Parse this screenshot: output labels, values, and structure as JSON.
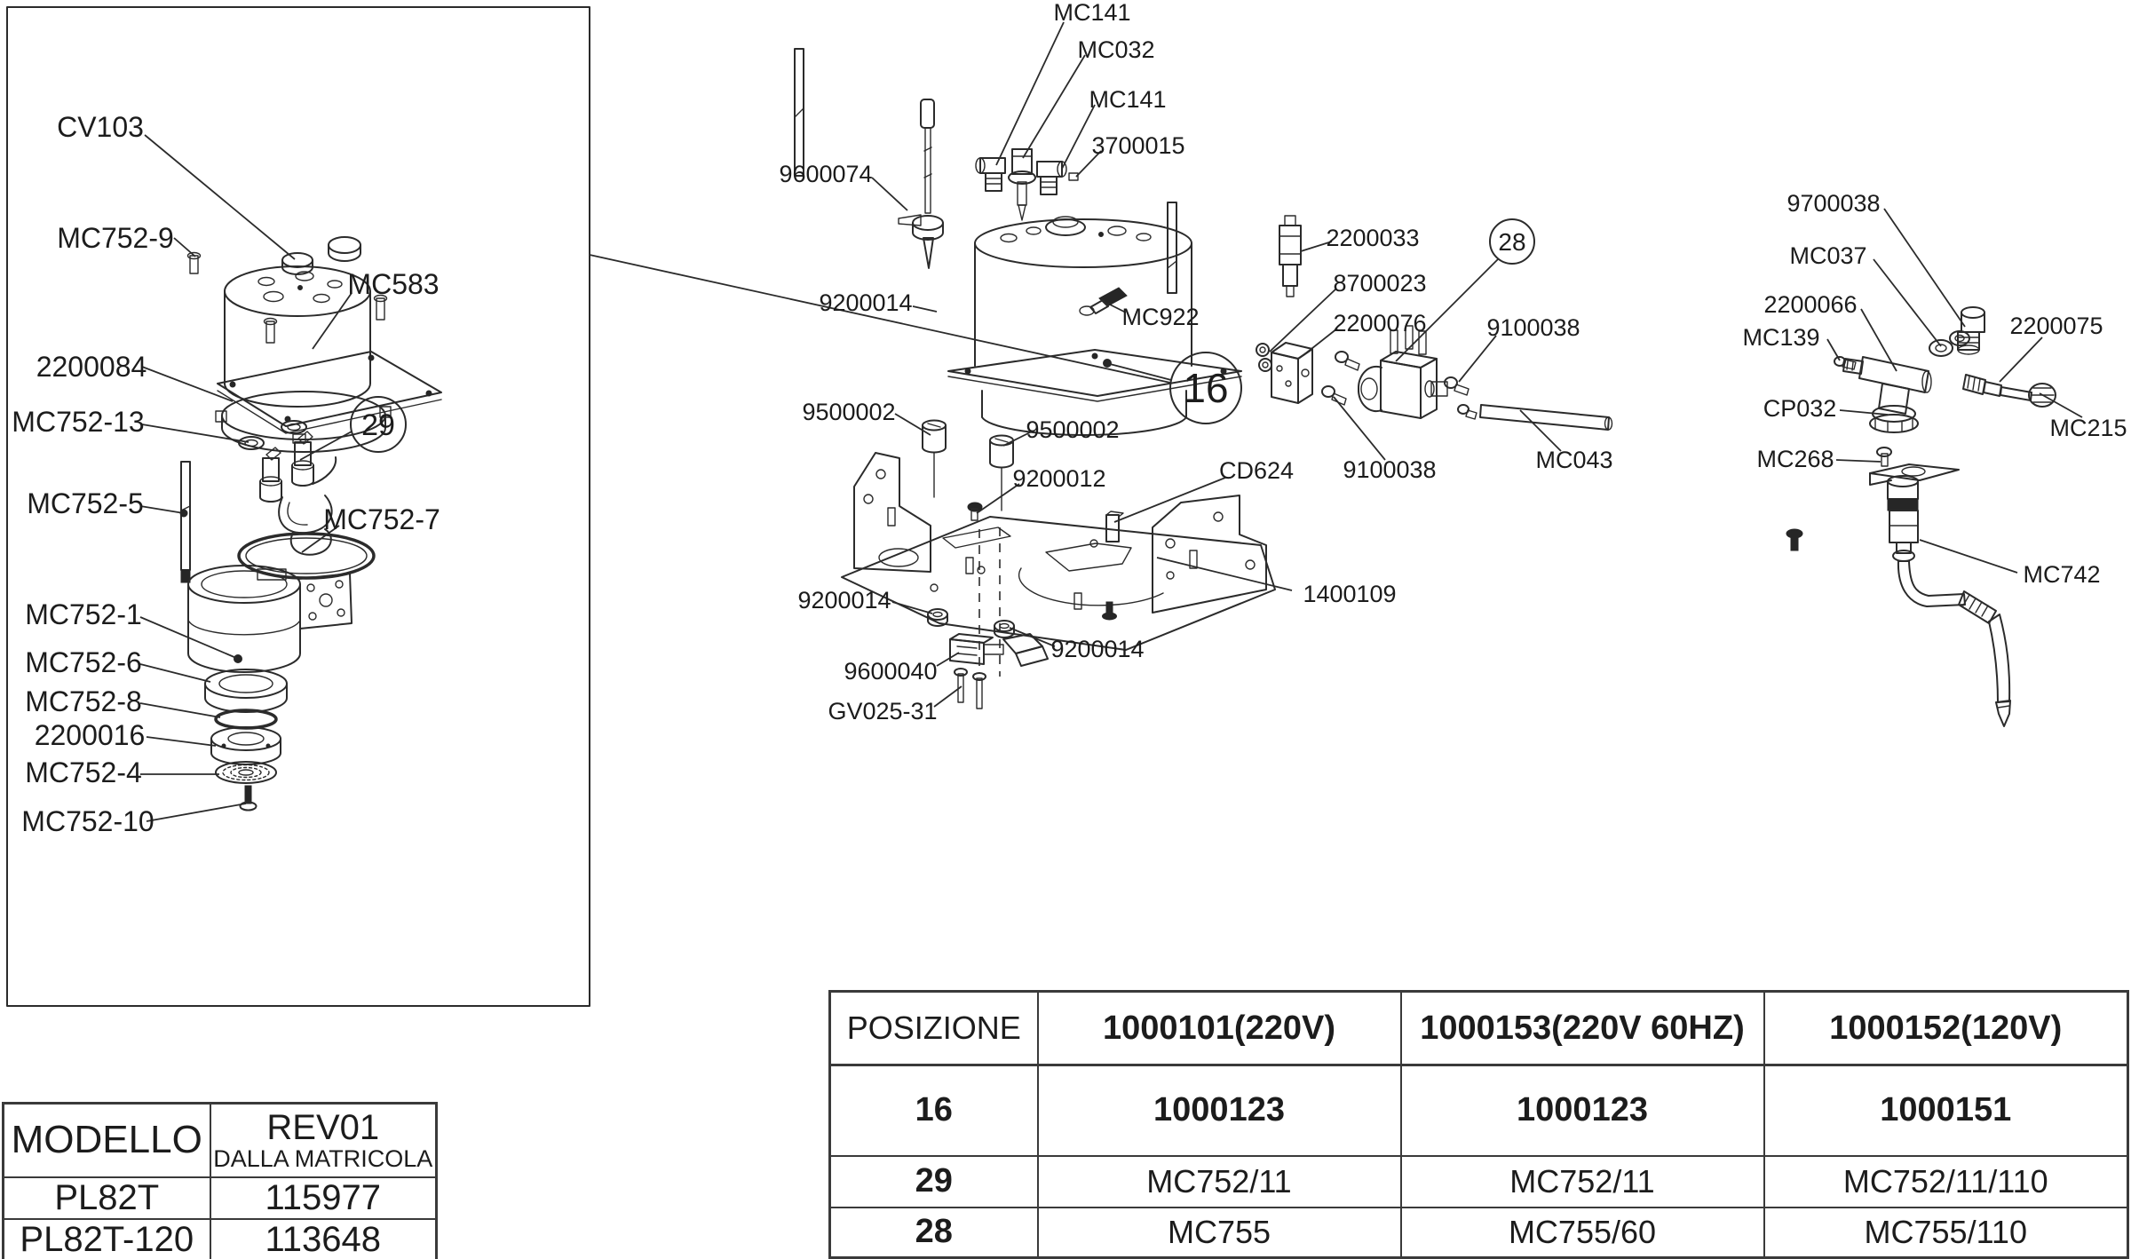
{
  "colors": {
    "line": "#2b2b2b",
    "background": "#ffffff",
    "text": "#1c1c1c"
  },
  "labels": [
    {
      "text": "CV103"
    },
    {
      "text": "MC752-9"
    },
    {
      "text": "MC583"
    },
    {
      "text": "2200084"
    },
    {
      "text": "MC752-13"
    },
    {
      "text": "MC752-5"
    },
    {
      "text": "MC752-7"
    },
    {
      "text": "MC752-1"
    },
    {
      "text": "MC752-6"
    },
    {
      "text": "MC752-8"
    },
    {
      "text": "2200016"
    },
    {
      "text": "MC752-4"
    },
    {
      "text": "MC752-10"
    },
    {
      "text": "MC141"
    },
    {
      "text": "MC032"
    },
    {
      "text": "MC141"
    },
    {
      "text": "3700015"
    },
    {
      "text": "9600074"
    },
    {
      "text": "9200014"
    },
    {
      "text": "MC922"
    },
    {
      "text": "2200033"
    },
    {
      "text": "8700023"
    },
    {
      "text": "2200076"
    },
    {
      "text": "9100038"
    },
    {
      "text": "9100038"
    },
    {
      "text": "MC043"
    },
    {
      "text": "CD624"
    },
    {
      "text": "9500002"
    },
    {
      "text": "9500002"
    },
    {
      "text": "9200012"
    },
    {
      "text": "9200014"
    },
    {
      "text": "1400109"
    },
    {
      "text": "9200014"
    },
    {
      "text": "9600040"
    },
    {
      "text": "GV025-31"
    },
    {
      "text": "9700038"
    },
    {
      "text": "MC037"
    },
    {
      "text": "2200066"
    },
    {
      "text": "MC139"
    },
    {
      "text": "2200075"
    },
    {
      "text": "CP032"
    },
    {
      "text": "MC215"
    },
    {
      "text": "MC268"
    },
    {
      "text": "MC742"
    }
  ],
  "callouts": {
    "c29": "29",
    "c16": "16",
    "c28": "28"
  },
  "model_table": {
    "col1_header": "MODELLO",
    "col2_header_line1": "REV01",
    "col2_header_line2": "DALLA MATRICOLA",
    "rows": [
      {
        "model": "PL82T",
        "serial": "115977"
      },
      {
        "model": "PL82T-120",
        "serial": "113648"
      }
    ]
  },
  "parts_table": {
    "headers": [
      "POSIZIONE",
      "1000101(220V)",
      "1000153(220V 60HZ)",
      "1000152(120V)"
    ],
    "rows": [
      {
        "pos": "16",
        "c1": "1000123",
        "c2": "1000123",
        "c3": "1000151"
      },
      {
        "pos": "29",
        "c1": "MC752/11",
        "c2": "MC752/11",
        "c3": "MC752/11/110"
      },
      {
        "pos": "28",
        "c1": "MC755",
        "c2": "MC755/60",
        "c3": "MC755/110"
      }
    ]
  }
}
